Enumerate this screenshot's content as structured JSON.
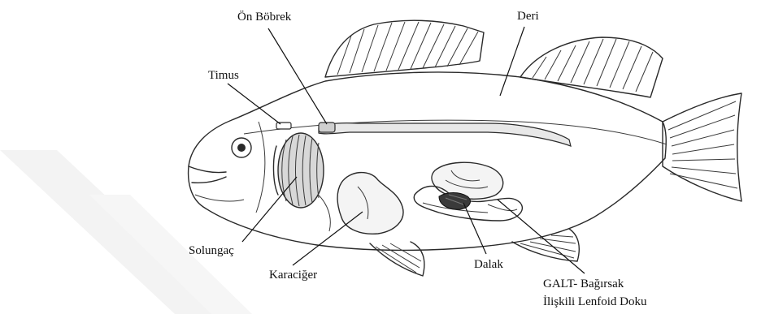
{
  "labels": {
    "on_bobrek": "Ön Böbrek",
    "deri": "Deri",
    "timus": "Timus",
    "solungac": "Solungaç",
    "karaciger": "Karaciğer",
    "dalak": "Dalak",
    "galt_line1": "GALT- Bağırsak",
    "galt_line2": "İlişkili Lenfoid Doku"
  },
  "colors": {
    "line": "#2a2a2a",
    "watermark": "#f3f3f3"
  }
}
